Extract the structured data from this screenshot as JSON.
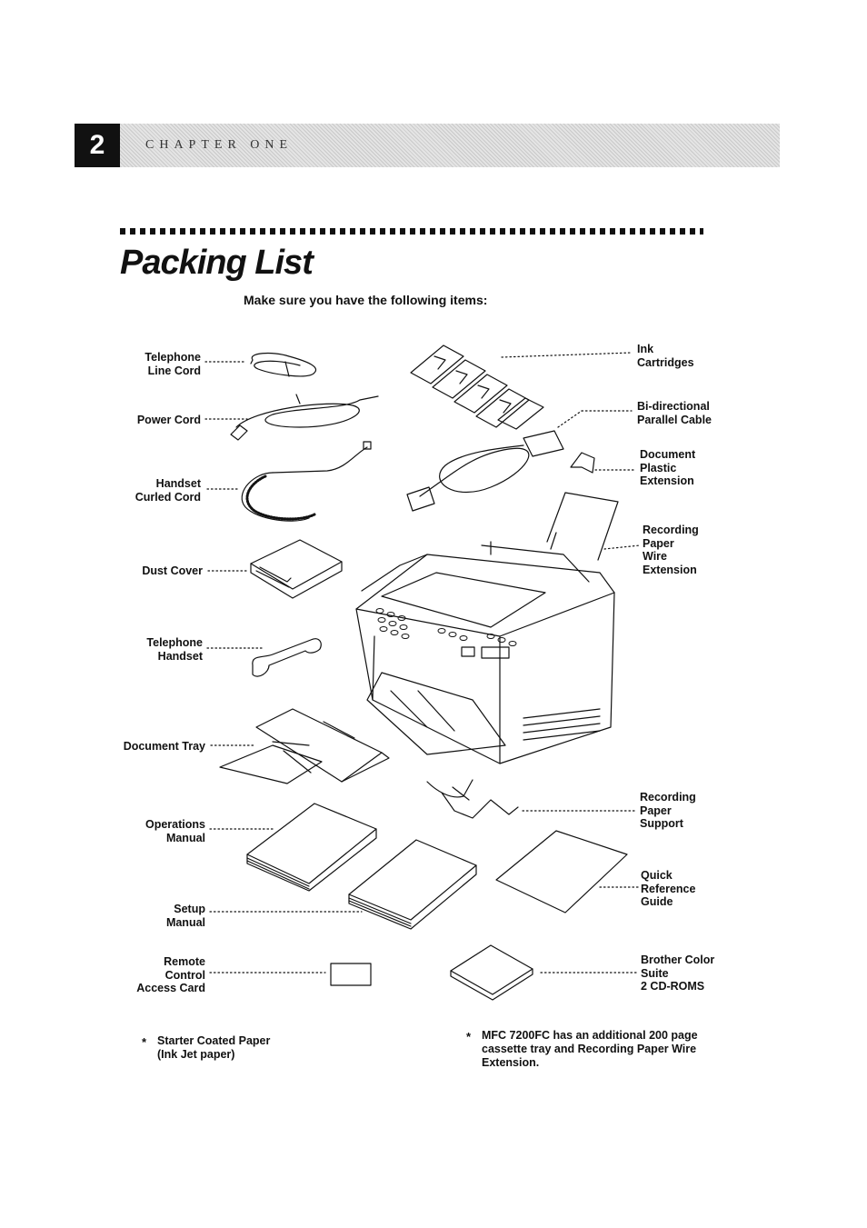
{
  "header": {
    "chapter_number": "2",
    "chapter_title": "CHAPTER ONE"
  },
  "page_title": "Packing List",
  "subtitle": "Make sure you have the following items:",
  "items_left": [
    {
      "label": "Telephone\nLine Cord"
    },
    {
      "label": "Power Cord"
    },
    {
      "label": "Handset\nCurled Cord"
    },
    {
      "label": "Dust Cover"
    },
    {
      "label": "Telephone\nHandset"
    },
    {
      "label": "Document Tray"
    },
    {
      "label": "Operations\nManual"
    },
    {
      "label": "Setup\nManual"
    },
    {
      "label": "Remote\nControl\nAccess Card"
    }
  ],
  "items_right": [
    {
      "label": "Ink\nCartridges"
    },
    {
      "label": "Bi-directional\nParallel Cable"
    },
    {
      "label": "Document\nPlastic\nExtension"
    },
    {
      "label": "Recording\nPaper\nWire\nExtension"
    },
    {
      "label": "Recording\nPaper\nSupport"
    },
    {
      "label": "Quick\nReference\nGuide"
    },
    {
      "label": "Brother Color\nSuite\n2 CD-ROMS"
    }
  ],
  "notes": [
    {
      "star": "*",
      "text": "Starter Coated Paper\n(Ink Jet paper)"
    },
    {
      "star": "*",
      "text": "MFC 7200FC has an additional 200 page\ncassette tray and Recording Paper Wire\nExtension."
    }
  ]
}
